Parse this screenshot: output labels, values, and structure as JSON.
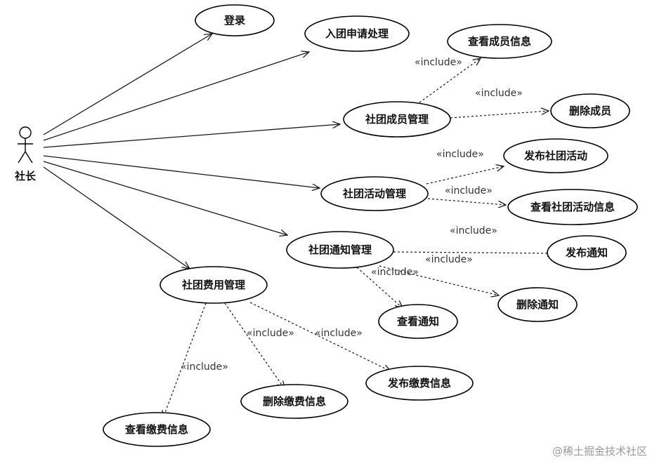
{
  "actor": {
    "label": "社长"
  },
  "use_cases": [
    {
      "id": "login",
      "label": "登录"
    },
    {
      "id": "apply",
      "label": "入团申请处理"
    },
    {
      "id": "member_mgmt",
      "label": "社团成员管理"
    },
    {
      "id": "view_member",
      "label": "查看成员信息"
    },
    {
      "id": "delete_member",
      "label": "删除成员"
    },
    {
      "id": "activity_mgmt",
      "label": "社团活动管理"
    },
    {
      "id": "publish_activity",
      "label": "发布社团活动"
    },
    {
      "id": "view_activity",
      "label": "查看社团活动信息"
    },
    {
      "id": "notice_mgmt",
      "label": "社团通知管理"
    },
    {
      "id": "publish_notice",
      "label": "发布通知"
    },
    {
      "id": "delete_notice",
      "label": "删除通知"
    },
    {
      "id": "view_notice",
      "label": "查看通知"
    },
    {
      "id": "fee_mgmt",
      "label": "社团费用管理"
    },
    {
      "id": "publish_fee",
      "label": "发布缴费信息"
    },
    {
      "id": "delete_fee",
      "label": "删除缴费信息"
    },
    {
      "id": "view_fee",
      "label": "查看缴费信息"
    }
  ],
  "associations": [
    "login",
    "apply",
    "member_mgmt",
    "activity_mgmt",
    "notice_mgmt",
    "fee_mgmt"
  ],
  "includes": [
    {
      "from": "member_mgmt",
      "to": "view_member",
      "label": "«include»"
    },
    {
      "from": "member_mgmt",
      "to": "delete_member",
      "label": "«include»"
    },
    {
      "from": "activity_mgmt",
      "to": "publish_activity",
      "label": "«include»"
    },
    {
      "from": "activity_mgmt",
      "to": "view_activity",
      "label": "«include»"
    },
    {
      "from": "notice_mgmt",
      "to": "publish_notice",
      "label": "«include»"
    },
    {
      "from": "notice_mgmt",
      "to": "delete_notice",
      "label": "«include»"
    },
    {
      "from": "notice_mgmt",
      "to": "view_notice",
      "label": "«include»"
    },
    {
      "from": "fee_mgmt",
      "to": "publish_fee",
      "label": "«include»"
    },
    {
      "from": "fee_mgmt",
      "to": "delete_fee",
      "label": "«include»"
    },
    {
      "from": "fee_mgmt",
      "to": "view_fee",
      "label": "«include»"
    }
  ],
  "watermark": "@稀土掘金技术社区"
}
